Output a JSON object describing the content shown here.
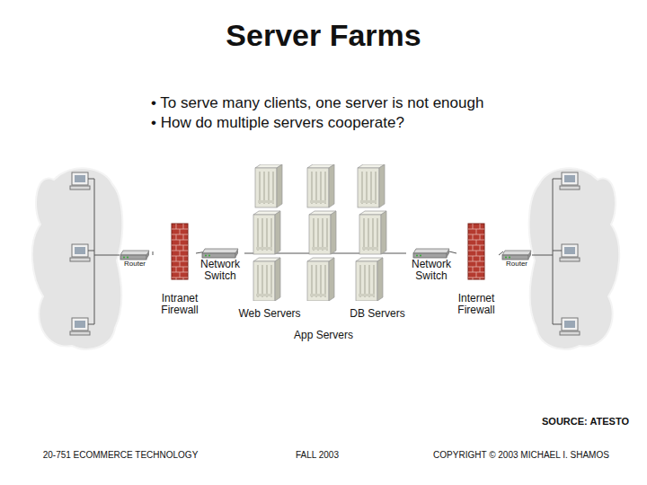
{
  "diagram": {
    "title": "Server Farms",
    "nodes": [
      {
        "text": [
          "Router"
        ]
      },
      {
        "text": [
          "Intranet Firewall"
        ]
      },
      {
        "text": [
          "Network Switch"
        ]
      },
      {
        "text": [
          "Web Servers"
        ]
      },
      {
        "text": [
          "App Servers"
        ]
      },
      {
        "text": [
          "DB Servers"
        ]
      },
      {
        "text": [
          "Network Switch"
        ]
      },
      {
        "text": [
          "Internet Firewall"
        ]
      },
      {
        "text": [
          "Router"
        ]
      }
    ],
    "edges": [
      {
        "from": 0,
        "to": 1,
        "arrow": "none"
      },
      {
        "from": 1,
        "to": 2,
        "arrow": "none"
      },
      {
        "from": 2,
        "to": 6,
        "arrow": "none"
      },
      {
        "from": 6,
        "to": 7,
        "arrow": "none"
      },
      {
        "from": 7,
        "to": 8,
        "arrow": "none"
      }
    ],
    "labels": [
      "• To serve many clients, one server is not enough",
      "• How do multiple servers cooperate?",
      "SOURCE: ATESTO",
      "20-751 ECOMMERCE TECHNOLOGY",
      "FALL 2003",
      "COPYRIGHT © 2003 MICHAEL I. SHAMOS"
    ]
  }
}
